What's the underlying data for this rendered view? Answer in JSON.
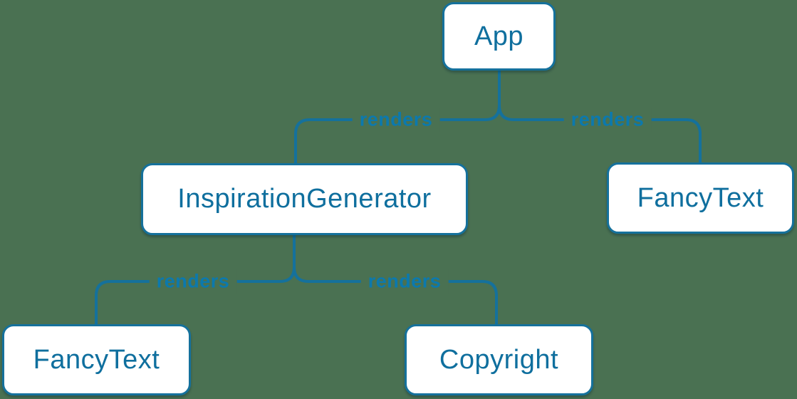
{
  "diagram": {
    "type": "component-render-tree",
    "colors": {
      "background": "#4a7152",
      "line": "#15719c",
      "node_border": "#15719c",
      "node_fill": "#ffffff",
      "node_text": "#0f6f9e",
      "edge_label_text": "#0c79ad"
    },
    "nodes": {
      "app": {
        "label": "App"
      },
      "inspiration_generator": {
        "label": "InspirationGenerator"
      },
      "fancy_text_top": {
        "label": "FancyText"
      },
      "fancy_text_bottom": {
        "label": "FancyText"
      },
      "copyright": {
        "label": "Copyright"
      }
    },
    "edges": [
      {
        "from": "App",
        "to": "InspirationGenerator",
        "label": "renders"
      },
      {
        "from": "App",
        "to": "FancyText",
        "label": "renders"
      },
      {
        "from": "InspirationGenerator",
        "to": "FancyText",
        "label": "renders"
      },
      {
        "from": "InspirationGenerator",
        "to": "Copyright",
        "label": "renders"
      }
    ]
  }
}
